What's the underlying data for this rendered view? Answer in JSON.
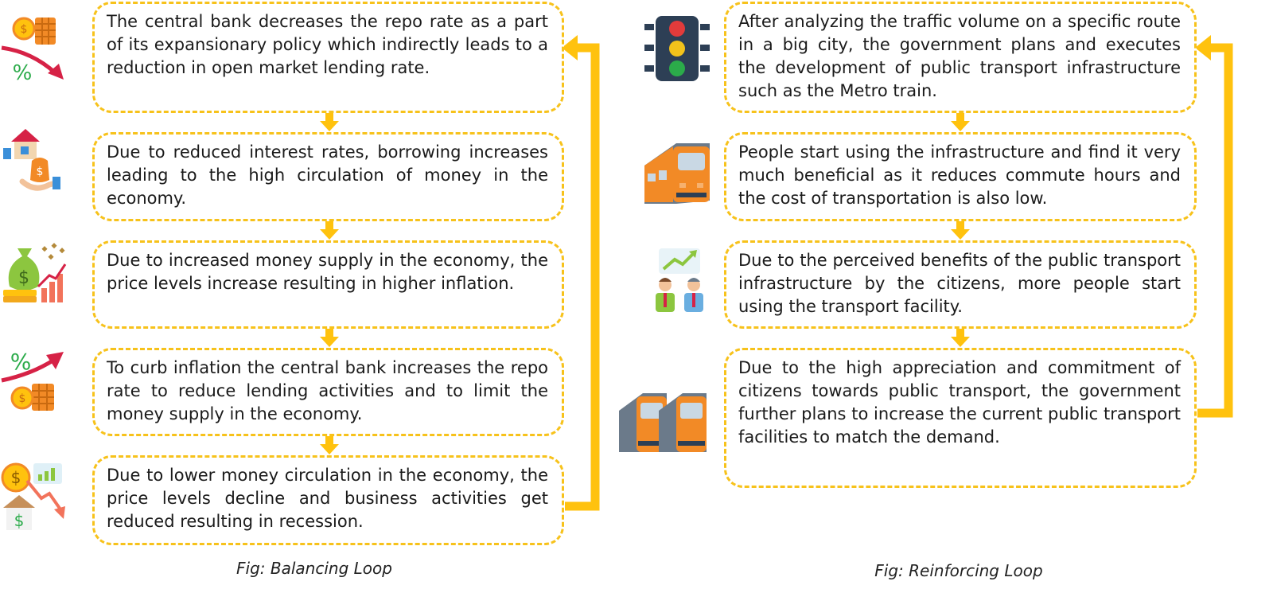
{
  "balancing_loop": {
    "caption": "Fig: Balancing Loop",
    "steps": [
      "The central bank decreases the repo rate as a part of its expansionary policy which indirectly leads to a reduction in open market lending rate.",
      "Due to reduced interest rates, borrowing increases leading to the high circulation of money in the economy.",
      "Due to increased money supply in the economy, the price levels increase resulting in higher inflation.",
      "To curb inflation the central bank increases the repo rate to reduce lending activities and to limit the money supply in the economy.",
      "Due to lower money circulation in the economy, the price levels decline and business activities get reduced resulting in recession."
    ],
    "icons": [
      "coins-percent-down-icon",
      "house-loan-icon",
      "money-bag-growth-icon",
      "percent-up-coins-icon",
      "money-decline-house-icon"
    ]
  },
  "reinforcing_loop": {
    "caption": "Fig: Reinforcing Loop",
    "steps": [
      "After analyzing the traffic volume on a specific route in a big city, the government plans and executes the development of public transport infrastructure such as the Metro train.",
      "People start using the infrastructure and find it very much beneficial as it reduces commute hours and the cost of transportation is also low.",
      "Due to the perceived benefits of the public transport infrastructure by the citizens, more people start using the transport facility.",
      "Due to the high appreciation and commitment of citizens towards public transport, the government further plans to increase the current public transport facilities to match the demand."
    ],
    "icons": [
      "traffic-light-icon",
      "metro-train-icon",
      "people-growth-icon",
      "two-metro-trains-icon"
    ]
  },
  "colors": {
    "accent": "#ffc20e",
    "dash": "#f7c21b",
    "orange": "#f28a26",
    "red": "#e23b3b",
    "green": "#2bab4a",
    "navy": "#2d3f55"
  }
}
